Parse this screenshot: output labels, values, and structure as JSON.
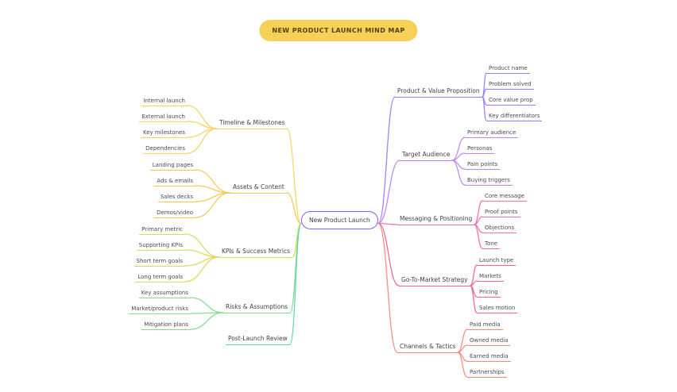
{
  "title": "NEW PRODUCT LAUNCH MIND MAP",
  "colors": {
    "title_bg": "#f6d158",
    "title_text": "#54430f",
    "center_border": "#8b5cf6",
    "text": "#3f3f46"
  },
  "center": {
    "label": "New Product Launch"
  },
  "branches": {
    "right": [
      {
        "label": "Product & Value Proposition",
        "color": "#9d7bf5",
        "children": [
          "Product name",
          "Problem solved",
          "Core value prop",
          "Key differentiators"
        ]
      },
      {
        "label": "Target Audience",
        "color": "#bb86f0",
        "children": [
          "Primary audience",
          "Personas",
          "Pain points",
          "Buying triggers"
        ]
      },
      {
        "label": "Messaging & Positioning",
        "color": "#ee6fae",
        "children": [
          "Core message",
          "Proof points",
          "Objections",
          "Tone"
        ]
      },
      {
        "label": "Go-To-Market Strategy",
        "color": "#f2638f",
        "children": [
          "Launch type",
          "Markets",
          "Pricing",
          "Sales motion"
        ]
      },
      {
        "label": "Channels & Tactics",
        "color": "#f58a7a",
        "children": [
          "Paid media",
          "Owned media",
          "Earned media",
          "Partnerships"
        ]
      }
    ],
    "left": [
      {
        "label": "Timeline & Milestones",
        "color": "#f5d45e",
        "children": [
          "Internal launch",
          "External launch",
          "Key milestones",
          "Dependencies"
        ]
      },
      {
        "label": "Assets & Content",
        "color": "#f3c94e",
        "children": [
          "Landing pages",
          "Ads & emails",
          "Sales decks",
          "Demos/video"
        ]
      },
      {
        "label": "KPIs & Success Metrics",
        "color": "#ded75a",
        "children": [
          "Primary metric",
          "Supporting KPIs",
          "Short term goals",
          "Long term goals"
        ]
      },
      {
        "label": "Risks & Assumptions",
        "color": "#86d98f",
        "children": [
          "Key assumptions",
          "Market/product risks",
          "Mitigation plans"
        ]
      },
      {
        "label": "Post-Launch Review",
        "color": "#5ed6ad",
        "children": []
      }
    ]
  }
}
